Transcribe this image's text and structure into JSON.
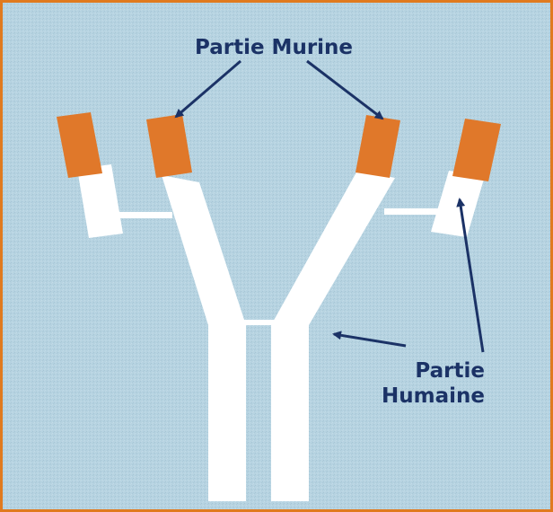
{
  "labels": {
    "murine": "Partie Murine",
    "humaine_line1": "Partie",
    "humaine_line2": "Humaine"
  },
  "colors": {
    "background": "#b6d3e1",
    "background_texture": "#a7c6d6",
    "border": "#e07a1f",
    "murine_region": "#e0782a",
    "human_region": "#ffffff",
    "text": "#1b3266",
    "arrow": "#1b3266"
  }
}
